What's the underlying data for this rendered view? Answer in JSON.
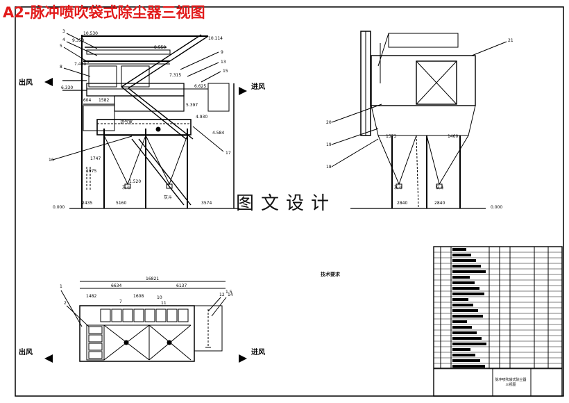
{
  "drawing": {
    "title": "A2-脉冲喷吹袋式除尘器三视图",
    "watermark": "图文设计",
    "outlet_label": "出风",
    "inlet_label": "进风",
    "inlet_chamber_label": "进气室",
    "hopper_label": "灰斗"
  },
  "front_view": {
    "elevations": [
      "10.530",
      "10.114",
      "9.350",
      "8.550",
      "7.490",
      "7.315",
      "6.625",
      "6.330",
      "5.397",
      "4.930",
      "4.584",
      "1.520",
      "0.000"
    ],
    "callouts": [
      "3",
      "4",
      "5",
      "8",
      "9",
      "13",
      "15",
      "16",
      "17"
    ],
    "dimensions": [
      "1604",
      "1582",
      "1975",
      "1747",
      "2435",
      "5160",
      "3574"
    ]
  },
  "side_view": {
    "callouts": [
      "21",
      "20",
      "19",
      "18"
    ],
    "dimensions": [
      "1573",
      "1460",
      "2840",
      "2840"
    ],
    "elevations": [
      "0.000"
    ]
  },
  "plan_view": {
    "callouts": [
      "1",
      "2",
      "7",
      "10",
      "11",
      "12",
      "14"
    ],
    "dimensions": [
      "16821",
      "6634",
      "6137",
      "1482",
      "1608",
      "1.5"
    ]
  },
  "tech_requirements": {
    "heading": "技术要求"
  },
  "title_block": {
    "drawing_name": "脉冲喷吹袋式除尘器三视图"
  }
}
